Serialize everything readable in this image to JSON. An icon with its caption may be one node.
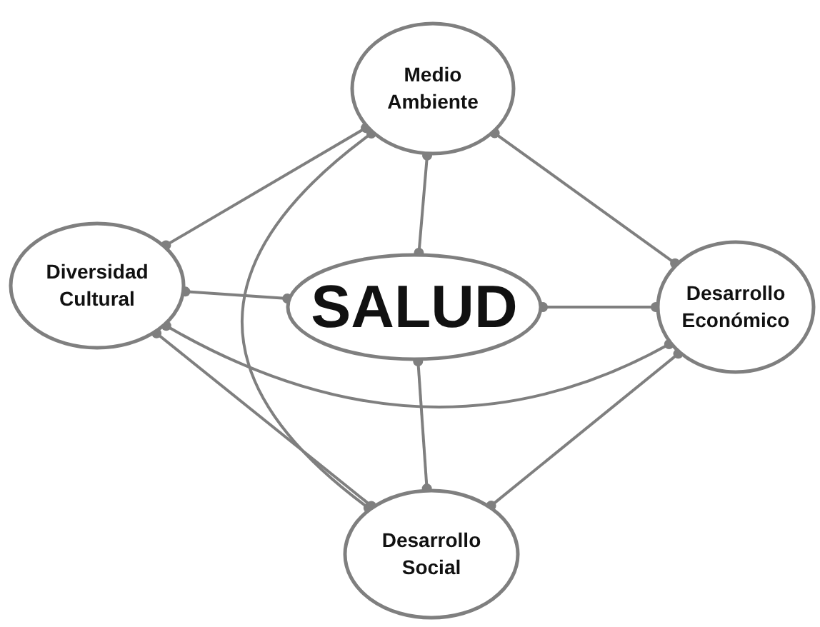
{
  "diagram": {
    "nodes": [
      {
        "text": [
          "SALUD"
        ]
      },
      {
        "text": [
          "Medio Ambiente"
        ]
      },
      {
        "text": [
          "Diversidad Cultural"
        ]
      },
      {
        "text": [
          "Desarrollo Económico"
        ]
      },
      {
        "text": [
          "Desarrollo Social"
        ]
      }
    ],
    "edges": [
      {
        "from": 1,
        "to": 2,
        "arrow": "other"
      },
      {
        "from": 1,
        "to": 0,
        "arrow": "other"
      },
      {
        "from": 1,
        "to": 3,
        "arrow": "other"
      },
      {
        "from": 1,
        "to": 4,
        "arrow": "other"
      },
      {
        "from": 2,
        "to": 0,
        "arrow": "other"
      },
      {
        "from": 0,
        "to": 3,
        "arrow": "other"
      },
      {
        "from": 2,
        "to": 3,
        "arrow": "other"
      },
      {
        "from": 0,
        "to": 4,
        "arrow": "other"
      },
      {
        "from": 2,
        "to": 4,
        "arrow": "other"
      },
      {
        "from": 3,
        "to": 4,
        "arrow": "other"
      }
    ]
  }
}
